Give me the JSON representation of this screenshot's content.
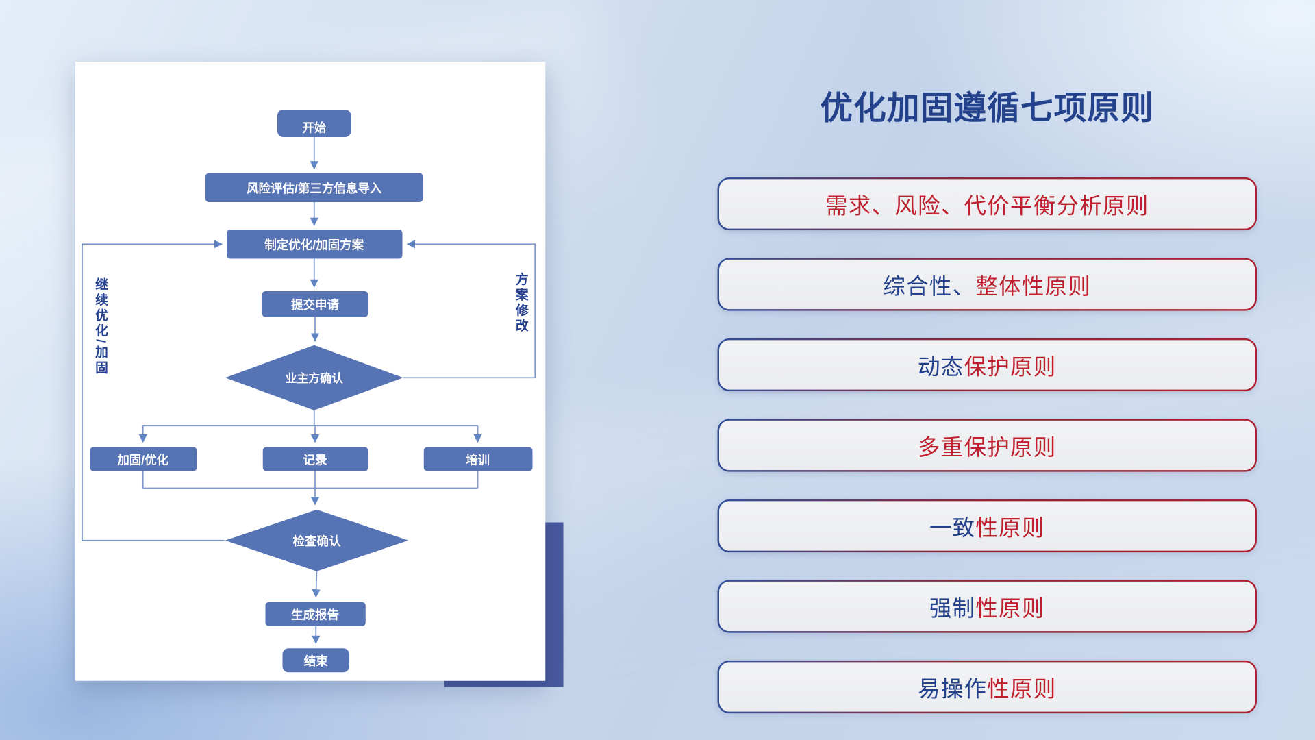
{
  "flowchart": {
    "nodes": {
      "start": "开始",
      "risk_import": "风险评估/第三方信息导入",
      "make_plan": "制定优化/加固方案",
      "submit": "提交申请",
      "owner_confirm": "业主方确认",
      "reinforce": "加固/优化",
      "record": "记录",
      "training": "培训",
      "check_confirm": "检查确认",
      "report": "生成报告",
      "end": "结束"
    },
    "labels": {
      "continue_optimize": "继续优化/加固",
      "plan_revise": "方案修改"
    }
  },
  "principles": {
    "title": "优化加固遵循七项原则",
    "items": [
      {
        "blue": "",
        "red": "需求、风险、代价平衡分析原则"
      },
      {
        "blue": "综合性、",
        "red": "整体性原则"
      },
      {
        "blue": "动态",
        "red": "保护原则"
      },
      {
        "blue": "",
        "red": "多重保护原则"
      },
      {
        "blue": "一致",
        "red": "性原则"
      },
      {
        "blue": "强制",
        "red": "性原则"
      },
      {
        "blue": "易操作",
        "red": "性原则"
      }
    ]
  },
  "colors": {
    "node_fill": "#5673b4",
    "edge_line": "#7d99cc",
    "accent_block": "#47589c",
    "title_blue": "#24418c",
    "principle_red": "#bf202e",
    "pill_background": "#f1f2f4"
  }
}
